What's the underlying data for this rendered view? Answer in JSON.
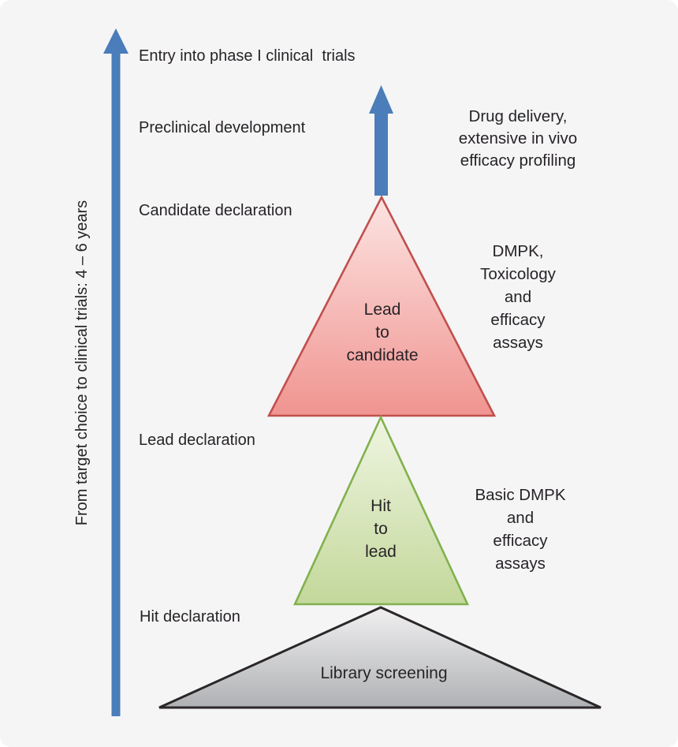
{
  "colors": {
    "background": "#f5f5f6",
    "arrow_blue": "#4a7dba",
    "text": "#272327",
    "red_border": "#c0504d",
    "red_top": "#fce4e2",
    "red_bottom": "#f09490",
    "green_border": "#82b14e",
    "green_top": "#eff5e1",
    "green_bottom": "#c3d89b",
    "gray_border": "#2b2728",
    "gray_top": "#f0f0f1",
    "gray_bottom": "#b0b1b4"
  },
  "timeline_axis": {
    "label": "From target choice to clinical trials: 4 – 6 years"
  },
  "milestones": {
    "entry": "Entry into phase I clinical  trials",
    "preclinical": "Preclinical development",
    "candidate": "Candidate declaration",
    "lead": "Lead declaration",
    "hit": "Hit declaration"
  },
  "stages": {
    "lead_to_candidate": {
      "label": "Lead\nto\ncandidate",
      "activities": "DMPK,\nToxicology\nand\nefficacy\nassays"
    },
    "hit_to_lead": {
      "label": "Hit\nto\nlead",
      "activities": "Basic DMPK\nand\nefficacy\nassays"
    },
    "library_screening": {
      "label": "Library screening"
    }
  },
  "annotations": {
    "drug_delivery": "Drug delivery,\nextensive in vivo\nefficacy profiling"
  }
}
